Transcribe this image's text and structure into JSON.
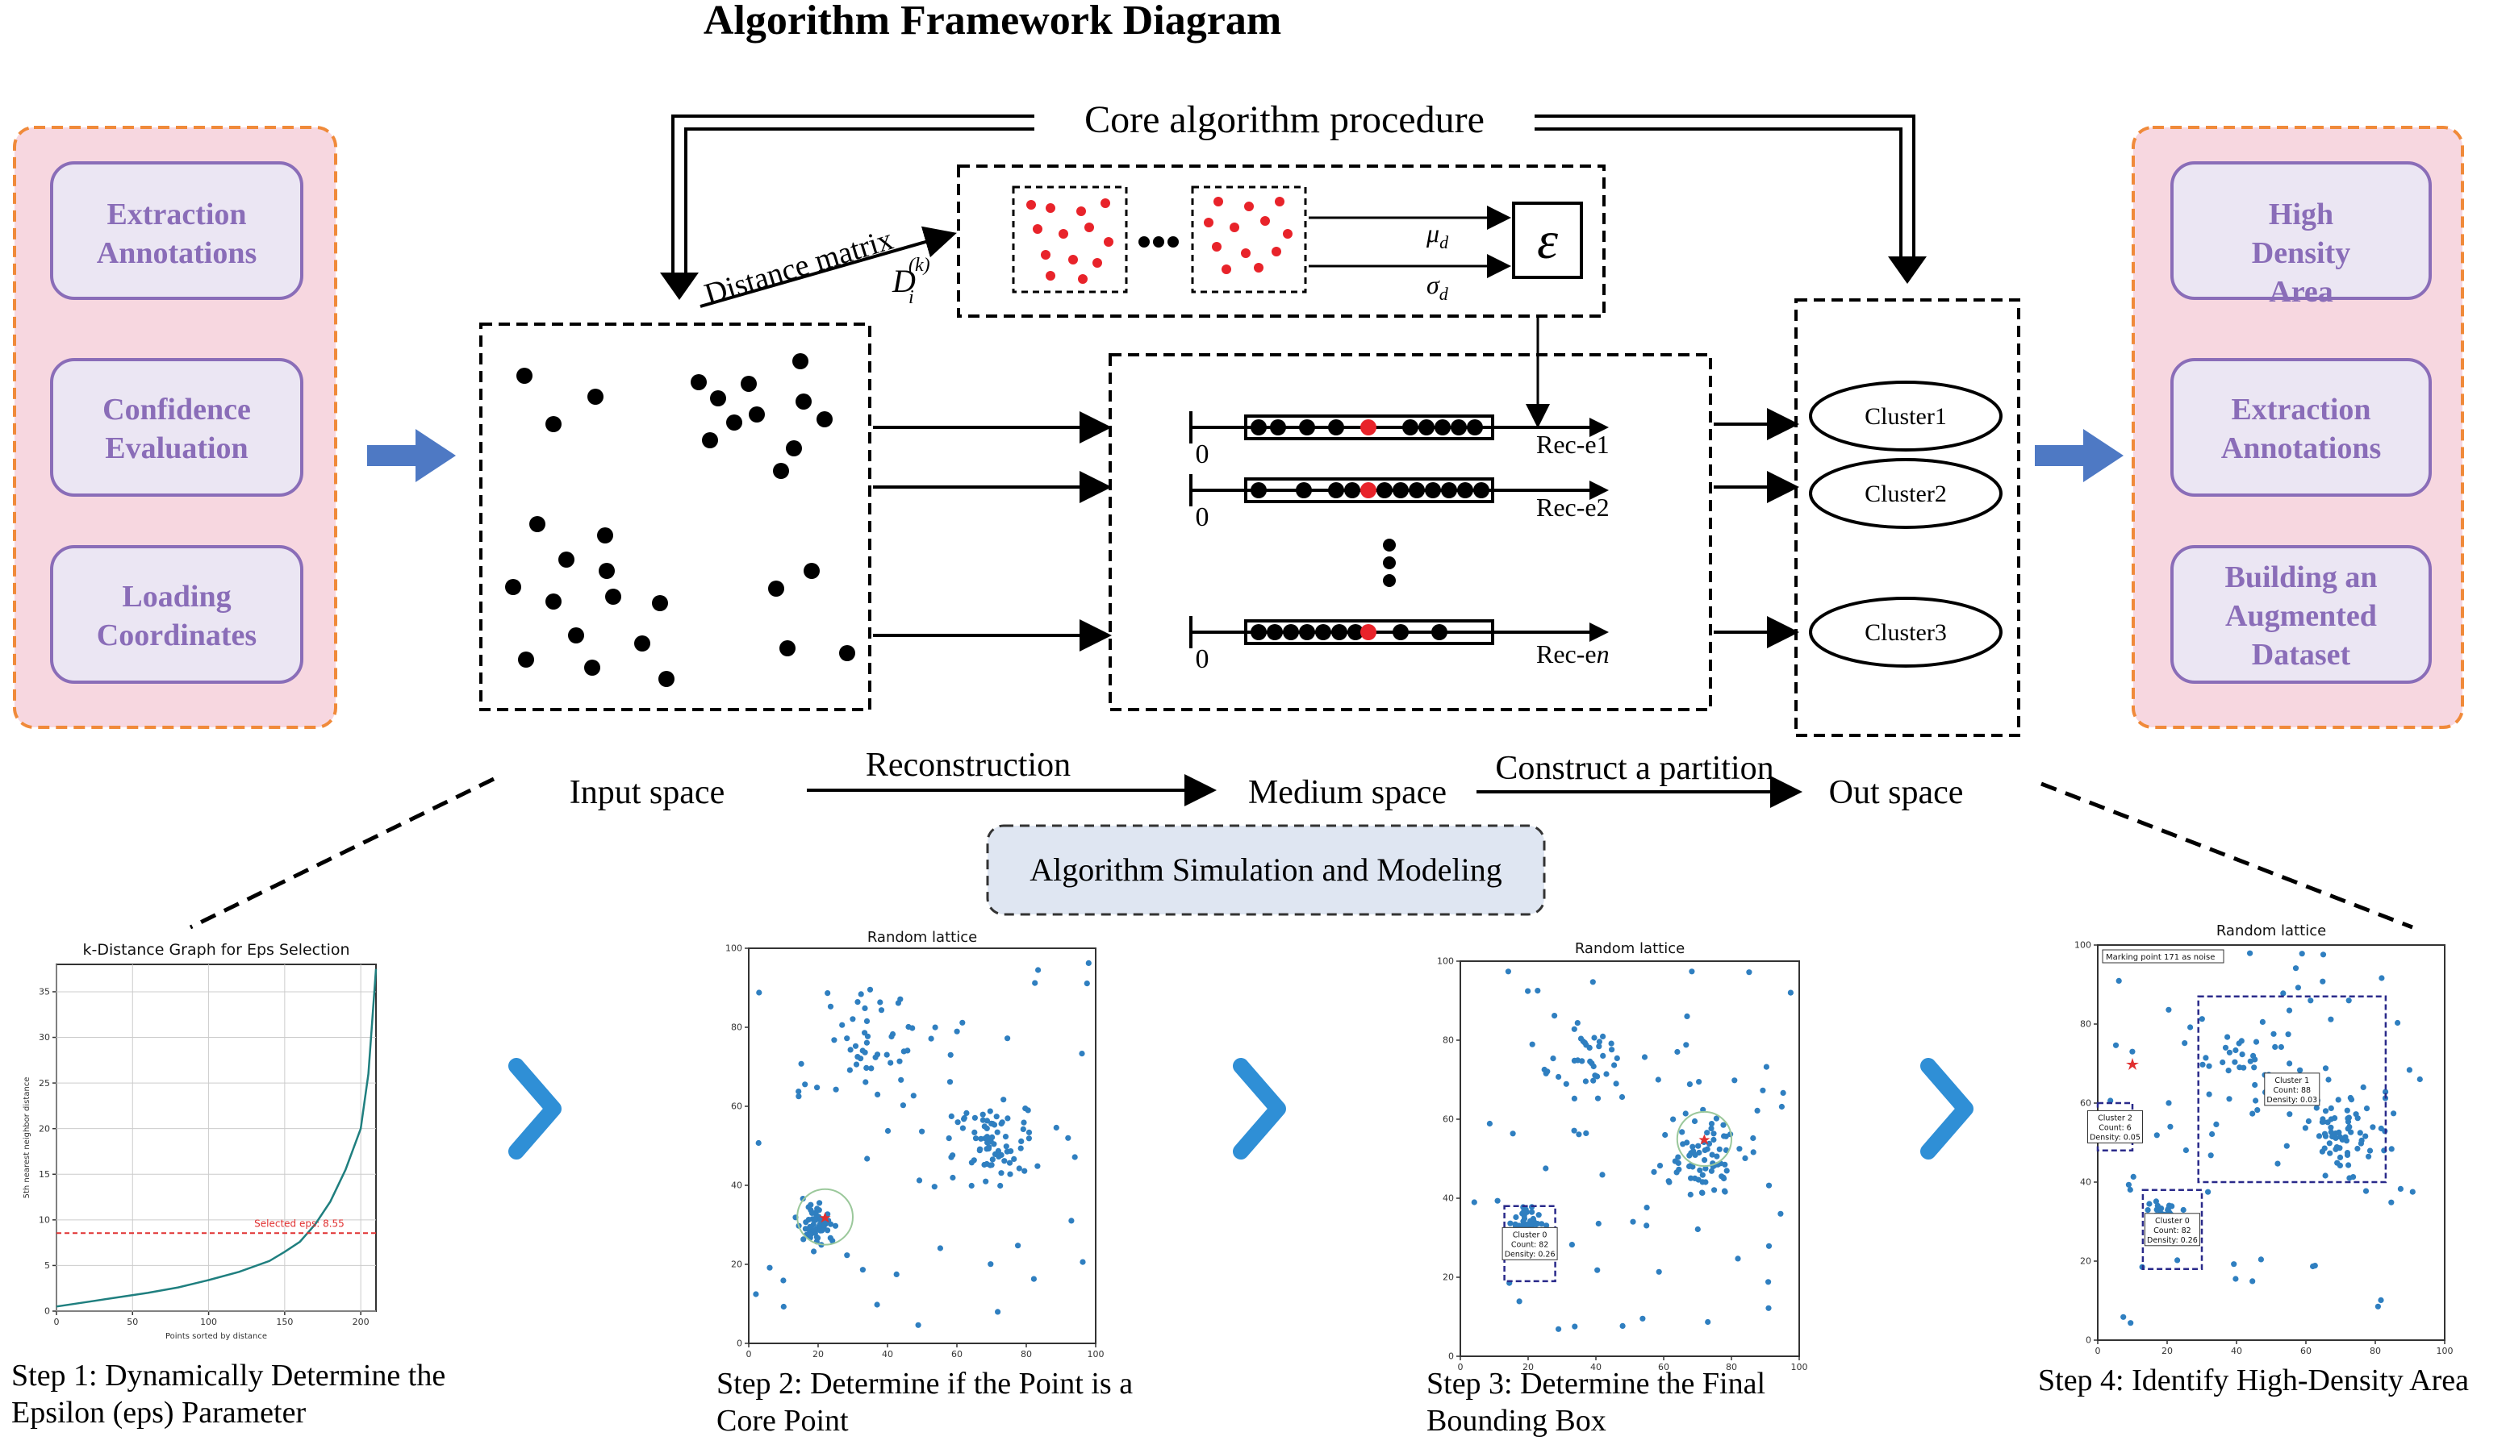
{
  "title": "Algorithm Framework Diagram",
  "core_label": "Core algorithm procedure",
  "distance_matrix_label": "Distance matrix",
  "distance_symbol": {
    "base": "D",
    "sub": "i",
    "sup": "(k)"
  },
  "mu_label": {
    "base": "μ",
    "sub": "d"
  },
  "sigma_label": {
    "base": "σ",
    "sub": "d"
  },
  "epsilon_symbol": "ε",
  "left_panel": {
    "items": [
      "Extraction Annotations",
      "Confidence Evaluation",
      "Loading Coordinates"
    ]
  },
  "right_panel": {
    "items": [
      "High Density Area",
      "Extraction Annotations",
      "Building an Augmented Dataset"
    ]
  },
  "rec_rows": [
    {
      "zero": "0",
      "label": "Rec-e1"
    },
    {
      "zero": "0",
      "label": "Rec-e2"
    },
    {
      "zero": "0",
      "label_prefix": "Rec-e",
      "label_italic": "n"
    }
  ],
  "clusters": [
    "Cluster1",
    "Cluster2",
    "Cluster3"
  ],
  "spaces": {
    "input": "Input space",
    "reconstruction": "Reconstruction",
    "medium": "Medium space",
    "partition": "Construct a partition",
    "out": "Out space"
  },
  "simulation_label": "Algorithm Simulation and Modeling",
  "steps": [
    {
      "caption_line1": "Step 1: Dynamically Determine the",
      "caption_line2": "Epsilon (eps) Parameter"
    },
    {
      "caption_line1": "Step 2: Determine if the Point is a",
      "caption_line2": "Core Point"
    },
    {
      "caption_line1": "Step 3: Determine the Final",
      "caption_line2": "Bounding Box"
    },
    {
      "caption_line1": "Step 4: Identify High-Density Area",
      "caption_line2": ""
    }
  ],
  "chart_data": [
    {
      "type": "line",
      "title": "k-Distance Graph for Eps Selection",
      "xlabel": "Points sorted by distance",
      "ylabel": "5th nearest neighbor distance",
      "xlim": [
        0,
        210
      ],
      "ylim": [
        0,
        38
      ],
      "xticks": [
        "0",
        "50",
        "100",
        "150",
        "200"
      ],
      "yticks": [
        "0",
        "5",
        "10",
        "15",
        "20",
        "25",
        "30",
        "35"
      ],
      "series": [
        {
          "x": [
            0,
            20,
            40,
            60,
            80,
            100,
            120,
            140,
            150,
            160,
            170,
            180,
            190,
            200,
            205,
            210
          ],
          "y": [
            0.5,
            1.0,
            1.5,
            2.0,
            2.6,
            3.4,
            4.3,
            5.5,
            6.5,
            7.6,
            9.5,
            12.0,
            15.5,
            20.0,
            26.0,
            37.5
          ]
        }
      ],
      "annotation": "Selected eps: 8.55",
      "threshold": 8.55,
      "colors": {
        "line": "#1f7f7f",
        "threshold": "#e03030"
      }
    },
    {
      "type": "scatter",
      "title": "Random lattice",
      "xlim": [
        0,
        100
      ],
      "ylim": [
        0,
        100
      ],
      "xticks": [
        "0",
        "20",
        "40",
        "60",
        "80",
        "100"
      ],
      "yticks": [
        "0",
        "20",
        "40",
        "60",
        "80",
        "100"
      ],
      "clusters": [
        {
          "cx": 20,
          "cy": 30,
          "r": 4,
          "n": 60
        },
        {
          "cx": 35,
          "cy": 75,
          "r": 12,
          "n": 40
        },
        {
          "cx": 70,
          "cy": 50,
          "r": 9,
          "n": 70
        }
      ],
      "highlight": {
        "x": 22,
        "y": 32,
        "radius": 8
      },
      "colors": {
        "point": "#2f7fc0",
        "core": "#e03030"
      }
    },
    {
      "type": "scatter",
      "title": "Random lattice",
      "xlim": [
        0,
        100
      ],
      "ylim": [
        0,
        100
      ],
      "xticks": [
        "0",
        "20",
        "40",
        "60",
        "80",
        "100"
      ],
      "yticks": [
        "0",
        "20",
        "40",
        "60",
        "80",
        "100"
      ],
      "clusters": [
        {
          "cx": 20,
          "cy": 33,
          "r": 4,
          "n": 60
        },
        {
          "cx": 38,
          "cy": 72,
          "r": 12,
          "n": 40
        },
        {
          "cx": 72,
          "cy": 52,
          "r": 9,
          "n": 70
        }
      ],
      "highlight": {
        "x": 72,
        "y": 55,
        "radius": 8
      },
      "boxes": [
        {
          "x0": 13,
          "y0": 19,
          "x1": 28,
          "y1": 38,
          "label": [
            "Cluster 0",
            "Count: 82",
            "Density: 0.26"
          ]
        }
      ],
      "colors": {
        "point": "#2f7fc0",
        "box": "#2a2a8a"
      }
    },
    {
      "type": "scatter",
      "title": "Random lattice",
      "note": "Marking point 171 as noise",
      "xlim": [
        0,
        100
      ],
      "ylim": [
        0,
        100
      ],
      "xticks": [
        "0",
        "20",
        "40",
        "60",
        "80",
        "100"
      ],
      "yticks": [
        "0",
        "20",
        "40",
        "60",
        "80",
        "100"
      ],
      "clusters": [
        {
          "cx": 20,
          "cy": 30,
          "r": 4,
          "n": 60
        },
        {
          "cx": 45,
          "cy": 72,
          "r": 14,
          "n": 40
        },
        {
          "cx": 70,
          "cy": 52,
          "r": 9,
          "n": 70
        }
      ],
      "star": {
        "x": 10,
        "y": 70
      },
      "boxes": [
        {
          "x0": 0,
          "y0": 48,
          "x1": 10,
          "y1": 60,
          "label": [
            "Cluster 2",
            "Count: 6",
            "Density: 0.05"
          ]
        },
        {
          "x0": 13,
          "y0": 18,
          "x1": 30,
          "y1": 38,
          "label": [
            "Cluster 0",
            "Count: 82",
            "Density: 0.26"
          ]
        },
        {
          "x0": 29,
          "y0": 40,
          "x1": 83,
          "y1": 87,
          "label": [
            "Cluster 1",
            "Count: 88",
            "Density: 0.03"
          ]
        }
      ],
      "colors": {
        "point": "#2f7fc0",
        "box": "#2a2a8a",
        "star": "#e03030"
      }
    }
  ]
}
